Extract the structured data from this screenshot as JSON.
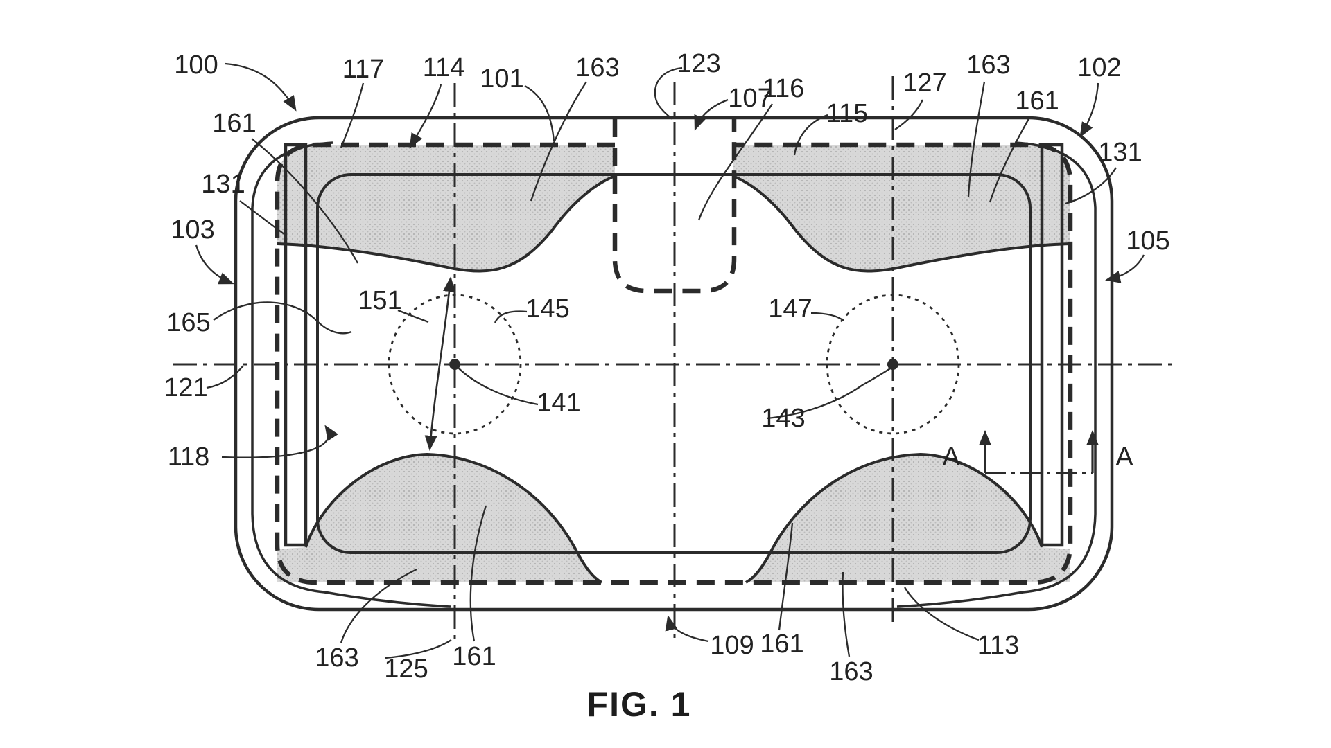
{
  "figure": {
    "caption": "FIG. 1",
    "type_note": "patent line drawing, plan view of electronic device housing",
    "colors": {
      "line": "#2b2b2b",
      "window_fill": "#d6d6d6",
      "stipple_dot": "#b2b2b2",
      "background": "#ffffff",
      "text": "#222222"
    },
    "refs": {
      "r100": "100",
      "r117": "117",
      "r114": "114",
      "r101": "101",
      "r163_top_left": "163",
      "r123": "123",
      "r107": "107",
      "r116": "116",
      "r115": "115",
      "r127": "127",
      "r163_top_right": "163",
      "r161_top_right": "161",
      "r102": "102",
      "r131_right": "131",
      "r161_top_left": "161",
      "r131_left": "131",
      "r103": "103",
      "r105": "105",
      "r151": "151",
      "r145": "145",
      "r147": "147",
      "r165": "165",
      "r121": "121",
      "r141": "141",
      "r143": "143",
      "r118": "118",
      "r163_bottom_left": "163",
      "r125": "125",
      "r161_bottom_left": "161",
      "r109": "109",
      "r161_bottom_right": "161",
      "r163_bottom_right": "163",
      "r113": "113",
      "section_a_left": "A",
      "section_a_right": "A"
    }
  }
}
